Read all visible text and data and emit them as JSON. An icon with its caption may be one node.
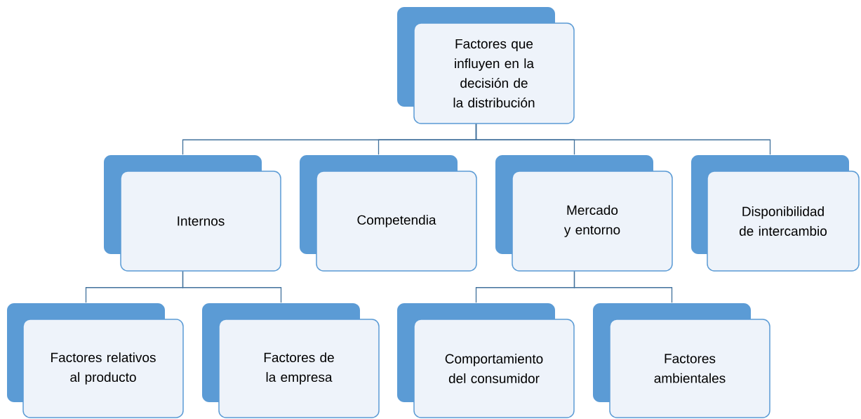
{
  "diagram": {
    "nodes": [
      {
        "text": [
          "Factores que influyen en la decisión de la distribución"
        ]
      },
      {
        "text": [
          "Internos"
        ]
      },
      {
        "text": [
          "Competendia"
        ]
      },
      {
        "text": [
          "Mercado y entorno"
        ]
      },
      {
        "text": [
          "Disponibilidad de intercambio"
        ]
      },
      {
        "text": [
          "Factores relativos al producto"
        ]
      },
      {
        "text": [
          "Factores de la empresa"
        ]
      },
      {
        "text": [
          "Comportamiento del consumidor"
        ]
      },
      {
        "text": [
          "Factores ambientales"
        ]
      }
    ],
    "edges": [
      {
        "from": 0,
        "to": 1,
        "arrow": "none"
      },
      {
        "from": 0,
        "to": 2,
        "arrow": "none"
      },
      {
        "from": 0,
        "to": 3,
        "arrow": "none"
      },
      {
        "from": 0,
        "to": 4,
        "arrow": "none"
      },
      {
        "from": 1,
        "to": 5,
        "arrow": "none"
      },
      {
        "from": 1,
        "to": 6,
        "arrow": "none"
      },
      {
        "from": 3,
        "to": 7,
        "arrow": "none"
      },
      {
        "from": 3,
        "to": 8,
        "arrow": "none"
      }
    ]
  }
}
